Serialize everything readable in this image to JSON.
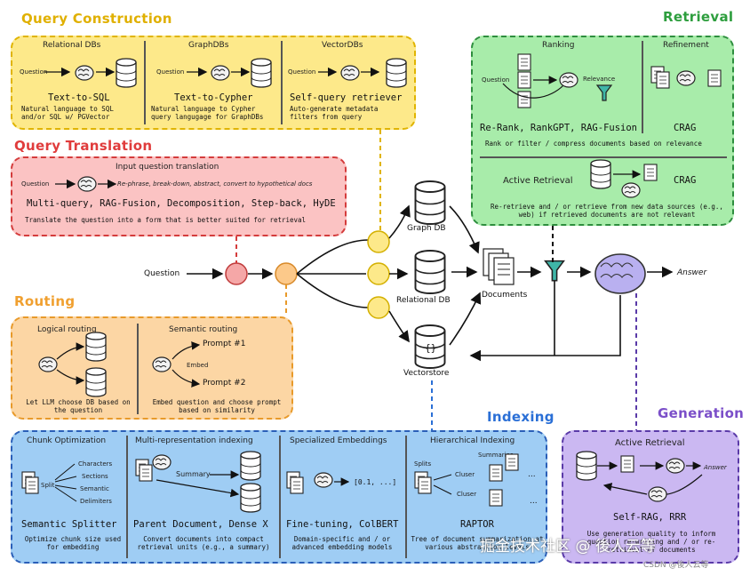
{
  "query_construction": {
    "title": "Query Construction",
    "color": "#e6b800",
    "col1": {
      "header": "Relational DBs",
      "question": "Question",
      "method": "Text-to-SQL",
      "desc": "Natural language to SQL and/or SQL w/ PGVector"
    },
    "col2": {
      "header": "GraphDBs",
      "question": "Question",
      "method": "Text-to-Cypher",
      "desc": "Natural language to Cypher query langugage for GraphDBs"
    },
    "col3": {
      "header": "VectorDBs",
      "question": "Question",
      "method": "Self-query retriever",
      "desc": "Auto-generate metadata filters from query"
    }
  },
  "query_translation": {
    "title": "Query Translation",
    "color": "#e03c3c",
    "header": "Input question translation",
    "question": "Question",
    "flow": "Re-phrase, break-down, abstract, convert to hypothetical docs",
    "methods": "Multi-query, RAG-Fusion, Decomposition, Step-back, HyDE",
    "desc": "Translate the question into a form that is better suited for retrieval"
  },
  "routing": {
    "title": "Routing",
    "color": "#f0a030",
    "logical": {
      "header": "Logical routing",
      "desc": "Let LLM choose DB based on the question"
    },
    "semantic": {
      "header": "Semantic routing",
      "prompt1": "Prompt #1",
      "embed": "Embed",
      "prompt2": "Prompt #2",
      "desc": "Embed question and choose prompt based on similarity"
    }
  },
  "retrieval": {
    "title": "Retrieval",
    "color": "#2e9e3e",
    "ranking": {
      "header": "Ranking",
      "question": "Question",
      "relevance": "Relevance",
      "methods": "Re-Rank, RankGPT, RAG-Fusion"
    },
    "refinement": {
      "header": "Refinement",
      "method": "CRAG"
    },
    "rank_desc": "Rank or filter / compress documents based on relevance",
    "active": {
      "header": "Active Retrieval",
      "method": "CRAG",
      "desc": "Re-retrieve and / or retrieve from new data sources (e.g., web) if retrieved documents are not relevant"
    }
  },
  "center": {
    "question": "Question",
    "graph_db": "Graph DB",
    "relational_db": "Relational DB",
    "vectorstore": "Vectorstore",
    "documents": "Documents",
    "answer": "Answer"
  },
  "indexing": {
    "title": "Indexing",
    "color": "#2a6fd6",
    "chunk": {
      "header": "Chunk Optimization",
      "split": "Split",
      "items": [
        "Characters",
        "Sections",
        "Semantic",
        "Delimiters"
      ],
      "method": "Semantic Splitter",
      "desc": "Optimize chunk size used for embedding"
    },
    "multi": {
      "header": "Multi-representation indexing",
      "summary": "Summary",
      "method": "Parent Document, Dense X",
      "desc": "Convert documents into compact retrieval units (e.g., a summary)"
    },
    "special": {
      "header": "Specialized Embeddings",
      "vector": "[0.1, ...]",
      "method": "Fine-tuning, ColBERT",
      "desc": "Domain-specific and / or advanced embedding models"
    },
    "hier": {
      "header": "Hierarchical Indexing",
      "summaries": "Summaries",
      "splits": "Splits",
      "cluster1": "Cluser",
      "cluster2": "Cluser",
      "method": "RAPTOR",
      "desc": "Tree of document summarization at various abstraction levels"
    }
  },
  "generation": {
    "title": "Generation",
    "color": "#7b4fc9",
    "header": "Active Retrieval",
    "answer": "Answer",
    "method": "Self-RAG, RRR",
    "desc": "Use generation quality to inform question re-writing and / or re-retrieval of documents"
  },
  "watermark": {
    "main": "掘金技术社区 @ 後人云等",
    "small": "CSDN @後人云等"
  }
}
